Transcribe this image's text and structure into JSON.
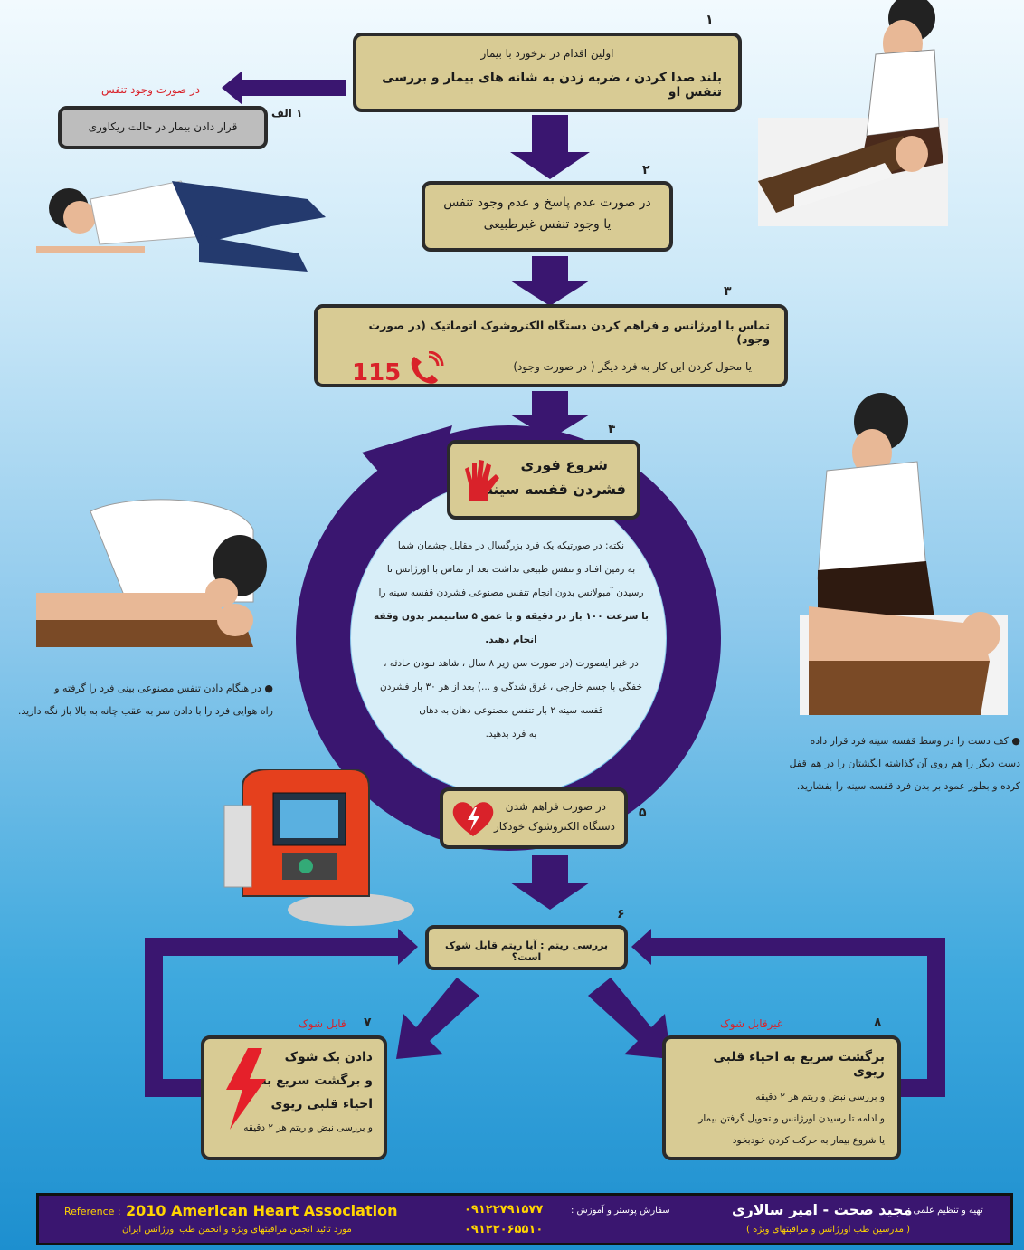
{
  "steps": {
    "s1": {
      "num": "۱",
      "line1": "اولین اقدام در برخورد با بیمار",
      "line2": "بلند صدا کردن ، ضربه زدن به شانه های بیمار و بررسی تنفس او"
    },
    "s1a": {
      "num": "۱ الف",
      "condition": "در صورت وجود تنفس",
      "text": "قرار دادن بیمار در حالت ریکاوری"
    },
    "s2": {
      "num": "۲",
      "line1": "در صورت عدم پاسخ و عدم وجود تنفس",
      "line2": "یا وجود تنفس غیرطبیعی"
    },
    "s3": {
      "num": "۳",
      "line1": "تماس با اورژانس و فراهم کردن دستگاه الکتروشوک اتوماتیک (در صورت وجود)",
      "line2": "یا محول کردن این کار به فرد دیگر ( در صورت وجود)",
      "phone": "115"
    },
    "s4": {
      "num": "۴",
      "line1": "شروع فوری",
      "line2": "فشردن قفسه سینه"
    },
    "s5": {
      "num": "۵",
      "line1": "در صورت فراهم شدن",
      "line2": "دستگاه الکتروشوک خودکار"
    },
    "s6": {
      "num": "۶",
      "text": "بررسی ریتم : آیا ریتم قابل شوک است؟"
    },
    "s7": {
      "num": "۷",
      "condition": "قابل شوک",
      "line1": "دادن یک شوک",
      "line2": "و برگشت سریع به",
      "line3": "احیاء قلبی ریوی",
      "line4": "و بررسی نبض و ریتم هر ۲ دقیقه"
    },
    "s8": {
      "num": "۸",
      "condition": "غیرقابل شوک",
      "line1": "برگشت سریع به احیاء قلبی ریوی",
      "line2": "و بررسی نبض و ریتم هر ۲ دقیقه",
      "line3": "و ادامه تا رسیدن اورژانس و تحویل گرفتن بیمار",
      "line4": "یا شروع بیمار به حرکت کردن خودبخود"
    }
  },
  "note": {
    "l1": "نکته: در صورتیکه یک فرد بزرگسال در مقابل چشمان شما",
    "l2": "به زمین افتاد و تنفس طبیعی نداشت بعد از تماس با اورژانس تا",
    "l3": "رسیدن آمبولانس بدون انجام تنفس مصنوعی فشردن قفسه سینه را",
    "l4": "با سرعت ۱۰۰ بار در دقیقه و با عمق ۵ سانتیمتر بدون وقفه انجام دهید.",
    "l5": "در غیر اینصورت (در صورت سن زیر ۸ سال ، شاهد نبودن حادثه ،",
    "l6": "خفگی با جسم خارجی ، غرق شدگی و ...) بعد از هر ۳۰ بار فشردن",
    "l7": "قفسه سینه ۲ بار تنفس مصنوعی دهان به دهان",
    "l8": "به فرد بدهید."
  },
  "captions": {
    "left1": "● در هنگام دادن تنفس مصنوعی بینی فرد را گرفته و",
    "left2": "راه هوایی فرد را با دادن سر به عقب چانه به بالا باز نگه دارید.",
    "right1": "● کف دست را در وسط قفسه سینه فرد قرار داده",
    "right2": "دست دیگر را هم روی آن گذاشته انگشتان را در هم قفل",
    "right3": "کرده و بطور عمود بر بدن فرد قفسه سینه را بفشارید."
  },
  "footer": {
    "reference_label": "Reference :",
    "reference": "2010 American Heart Association",
    "endorse": "مورد تائید انجمن مراقبتهای ویژه و انجمن طب اورژانس ایران",
    "phone_label": "سفارش پوستر و آموزش :",
    "phone1": "۰۹۱۲۲۷۹۱۵۷۷",
    "phone2": "۰۹۱۲۲۰۶۵۵۱۰",
    "author_label": "تهیه و تنظیم علمی :",
    "authors": "مجید صحت - امیر سالاری",
    "author_title": "( مدرسین طب اورژانس و مراقبتهای ویژه )"
  },
  "icons": {
    "arrow": "arrow-icon",
    "phone": "phone-icon",
    "hands": "hands-icon",
    "heart": "defib-heart-icon",
    "lightning": "lightning-icon"
  },
  "colors": {
    "box_fill": "#d8cb94",
    "arrow": "#3a1670",
    "accent_red": "#d9222a",
    "footer_bg": "#3a1670"
  }
}
